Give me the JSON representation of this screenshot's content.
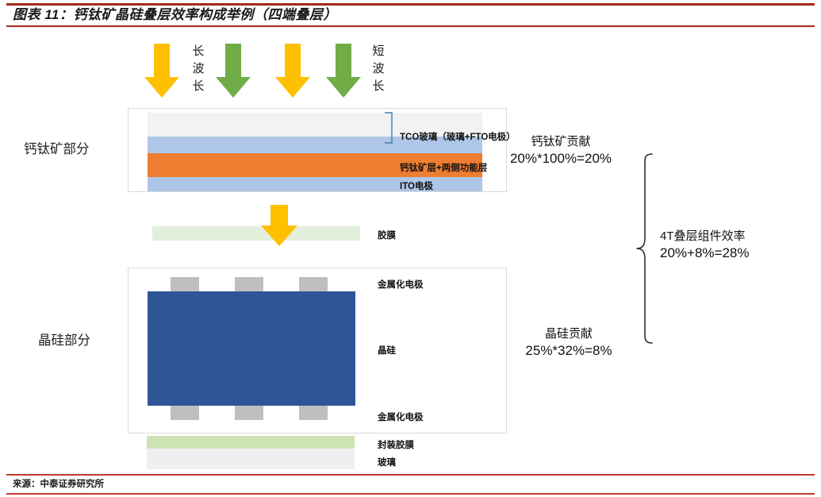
{
  "header": {
    "title": "图表 11：钙钛矿晶硅叠层效率构成举例（四端叠层）",
    "rule_color": "#A52A1A"
  },
  "footer": {
    "source": "来源：中泰证券研究所",
    "rule_color": "#C0392B"
  },
  "colors": {
    "arrow_long_wavelength": "#FFC000",
    "arrow_short_wavelength": "#70AD47",
    "tco_glass": "#F2F2F2",
    "electrode_blue": "#AEC6E8",
    "perovskite_orange": "#ED7D31",
    "adhesive_film": "#E2EFDA",
    "silicon_blue": "#2F5597",
    "metal_electrode": "#BFBFBF",
    "bottom_glass": "#EFEFEF",
    "panel_border": "#D9D9D9"
  },
  "arrows": {
    "top": [
      {
        "name": "arrow-yellow-1",
        "color_key": "arrow_long_wavelength"
      },
      {
        "name": "arrow-green-1",
        "color_key": "arrow_short_wavelength"
      },
      {
        "name": "arrow-yellow-2",
        "color_key": "arrow_long_wavelength"
      },
      {
        "name": "arrow-green-2",
        "color_key": "arrow_short_wavelength"
      }
    ],
    "label_long": "长波长",
    "label_short": "短波长",
    "label_long_chars": [
      "长",
      "波",
      "长"
    ],
    "label_short_chars": [
      "短",
      "波",
      "长"
    ],
    "middle_arrow_color_key": "arrow_long_wavelength"
  },
  "sections": {
    "perovskite_label": "钙钛矿部分",
    "silicon_label": "晶硅部分"
  },
  "perovskite_stack": {
    "layers": [
      {
        "name": "tco-glass-layer",
        "label": "TCO玻璃（玻璃+FTO电极）",
        "color_key": "tco_glass"
      },
      {
        "name": "fto-electrode-layer",
        "label": "",
        "color_key": "electrode_blue"
      },
      {
        "name": "perovskite-layer",
        "label": "钙钛矿层+两侧功能层",
        "color_key": "perovskite_orange"
      },
      {
        "name": "ito-electrode-layer",
        "label": "ITO电极",
        "color_key": "electrode_blue"
      }
    ]
  },
  "middle_film": {
    "label": "胶膜",
    "color_key": "adhesive_film"
  },
  "silicon_stack": {
    "top_electrode_label": "金属化电极",
    "silicon_label": "晶硅",
    "bottom_electrode_label": "金属化电极",
    "encapsulation_label": "封装胶膜",
    "glass_label": "玻璃",
    "electrode_count": 3
  },
  "annotations": {
    "perovskite_contribution": {
      "title": "钙钛矿贡献",
      "formula": "20%*100%=20%"
    },
    "silicon_contribution": {
      "title": "晶硅贡献",
      "formula": "25%*32%=8%"
    },
    "total_efficiency": {
      "title": "4T叠层组件效率",
      "formula": "20%+8%=28%"
    }
  }
}
